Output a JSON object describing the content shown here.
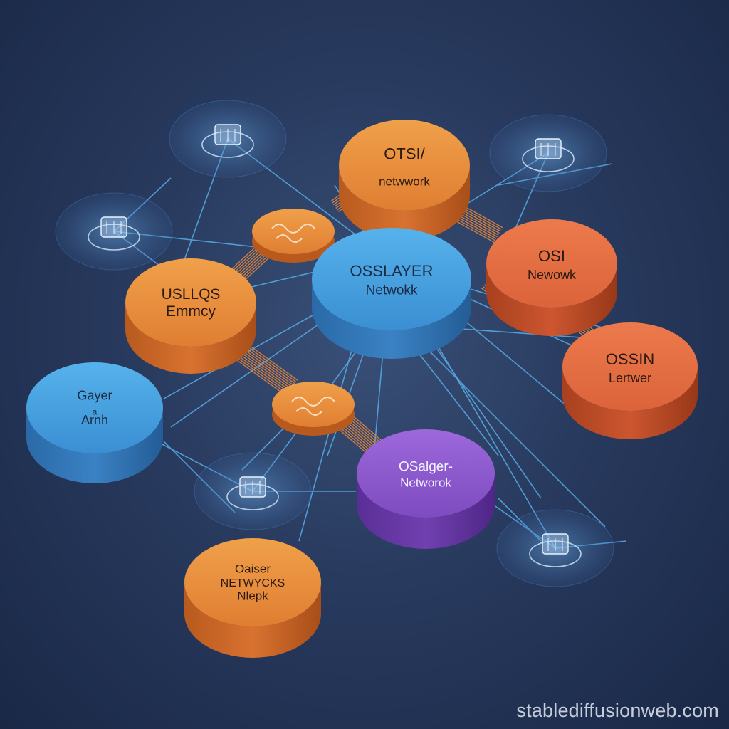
{
  "nodes": [
    {
      "id": "top-center",
      "lines": [
        "OTSI/",
        "",
        "netwwork"
      ],
      "color": "orange"
    },
    {
      "id": "left-orange",
      "lines": [
        "USLLQS",
        "Emmcy"
      ],
      "color": "orange"
    },
    {
      "id": "center-blue",
      "lines": [
        "OSSLAYER",
        "Netwokk"
      ],
      "color": "blue"
    },
    {
      "id": "right-orange-1",
      "lines": [
        "OSI",
        "Newowk"
      ],
      "color": "red-orange"
    },
    {
      "id": "right-orange-2",
      "lines": [
        "OSSIN",
        "Lertwer"
      ],
      "color": "red-orange"
    },
    {
      "id": "left-blue",
      "lines": [
        "Gayer",
        "a",
        "Arnh"
      ],
      "color": "blue"
    },
    {
      "id": "purple",
      "lines": [
        "OSalger-",
        "Networok"
      ],
      "color": "purple"
    },
    {
      "id": "bottom-orange",
      "lines": [
        "Oaiser",
        "NETWYCKS",
        "Nlepk"
      ],
      "color": "orange"
    }
  ],
  "colors": {
    "orange": "#e88a3c",
    "red_orange": "#e0683e",
    "blue": "#3f9bd8",
    "purple": "#8a55c8",
    "line": "#5ab4f0",
    "background": "#263a5e"
  },
  "watermark": "stablediffusionweb.com"
}
